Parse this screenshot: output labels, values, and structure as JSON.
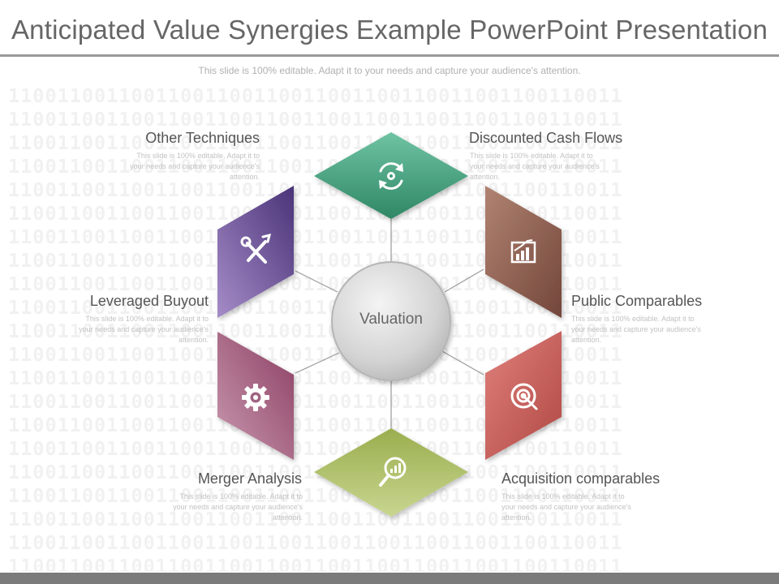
{
  "title": "Anticipated Value Synergies Example PowerPoint Presentation",
  "subtitle": "This slide is 100% editable. Adapt it to your needs and capture your audience's attention.",
  "background_pattern": "11001100110011001100110011001100110011001100110011",
  "center": {
    "label": "Valuation",
    "color": "#cfcfcf"
  },
  "items": [
    {
      "id": "discounted",
      "label": "Discounted Cash Flows",
      "desc": "This slide is 100% editable. Adapt it to your needs and capture your audience's attention.",
      "color": "#3f9a78",
      "icon": "refresh-gear-icon"
    },
    {
      "id": "public",
      "label": "Public Comparables",
      "desc": "This slide is 100% editable. Adapt it to your needs and capture your audience's attention.",
      "color": "#8a5a4c",
      "icon": "bar-chart-icon"
    },
    {
      "id": "acquisition",
      "label": "Acquisition comparables",
      "desc": "This slide is 100% editable. Adapt it to your needs and capture your audience's attention.",
      "color": "#c85c58",
      "icon": "target-icon"
    },
    {
      "id": "merger",
      "label": "Merger Analysis",
      "desc": "This slide is 100% editable. Adapt it to your needs and capture your audience's attention.",
      "color": "#a8b85a",
      "icon": "magnifier-chart-icon"
    },
    {
      "id": "lbo",
      "label": "Leveraged Buyout",
      "desc": "This slide is 100% editable. Adapt it to your needs and capture your audience's attention.",
      "color": "#9b5a78",
      "icon": "gear-icon"
    },
    {
      "id": "other",
      "label": "Other Techniques",
      "desc": "This slide is 100% editable. Adapt it to your needs and capture your audience's attention.",
      "color": "#6a4f96",
      "icon": "tools-icon"
    }
  ]
}
